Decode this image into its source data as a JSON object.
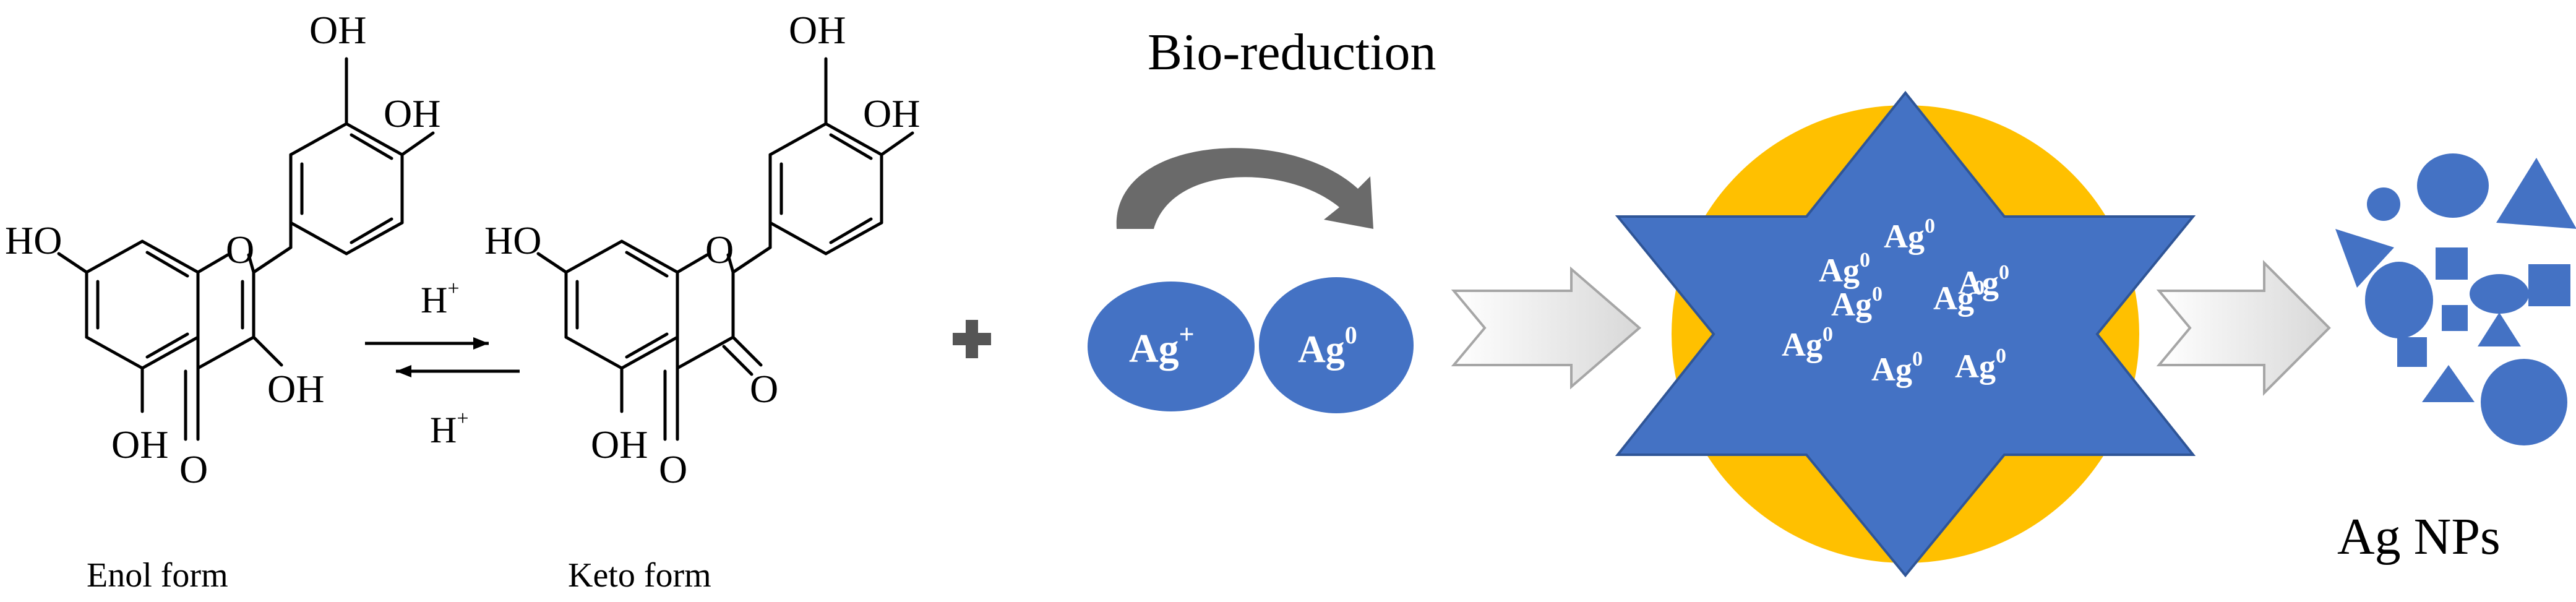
{
  "colors": {
    "blue": "#4472C4",
    "gold": "#FFC000",
    "arrow_gray": "#777777",
    "black": "#000000"
  },
  "enol": {
    "caption": "Enol form",
    "atom_labels": {
      "oh_top": "OH",
      "oh_mid": "OH",
      "ho_left": "HO",
      "ring_o": "O",
      "oh_right": "OH",
      "oh_bottom": "OH",
      "carbonyl_o": "O"
    }
  },
  "equilibrium": {
    "top_label": "H",
    "top_sup": "+",
    "bottom_label": "H",
    "bottom_sup": "+"
  },
  "keto": {
    "caption": "Keto form",
    "atom_labels": {
      "oh_top": "OH",
      "oh_mid": "OH",
      "ho_left": "HO",
      "ring_o": "O",
      "ketone_o": "O",
      "oh_bottom": "OH",
      "carbonyl_o": "O"
    }
  },
  "plus_icon": "plus-icon",
  "bioreduction": {
    "label": "Bio-reduction",
    "ion_label": "Ag",
    "ion_sup": "+",
    "atom_label": "Ag",
    "atom_sup": "0"
  },
  "star": {
    "items": [
      {
        "base": "Ag",
        "sup": "0"
      },
      {
        "base": "Ag",
        "sup": "0"
      },
      {
        "base": "Ag",
        "sup": "0"
      },
      {
        "base": "Ag",
        "sup": "0"
      },
      {
        "base": "Ag",
        "sup": "0"
      },
      {
        "base": "Ag",
        "sup": "0"
      },
      {
        "base": "Ag",
        "sup": "0"
      },
      {
        "base": "Ag",
        "sup": "0"
      }
    ]
  },
  "product": {
    "label": "Ag NPs",
    "shapes": [
      "circle",
      "ellipse",
      "triangle",
      "triangle",
      "ellipse",
      "square",
      "square",
      "ellipse",
      "square",
      "square",
      "triangle",
      "triangle",
      "circle"
    ]
  }
}
